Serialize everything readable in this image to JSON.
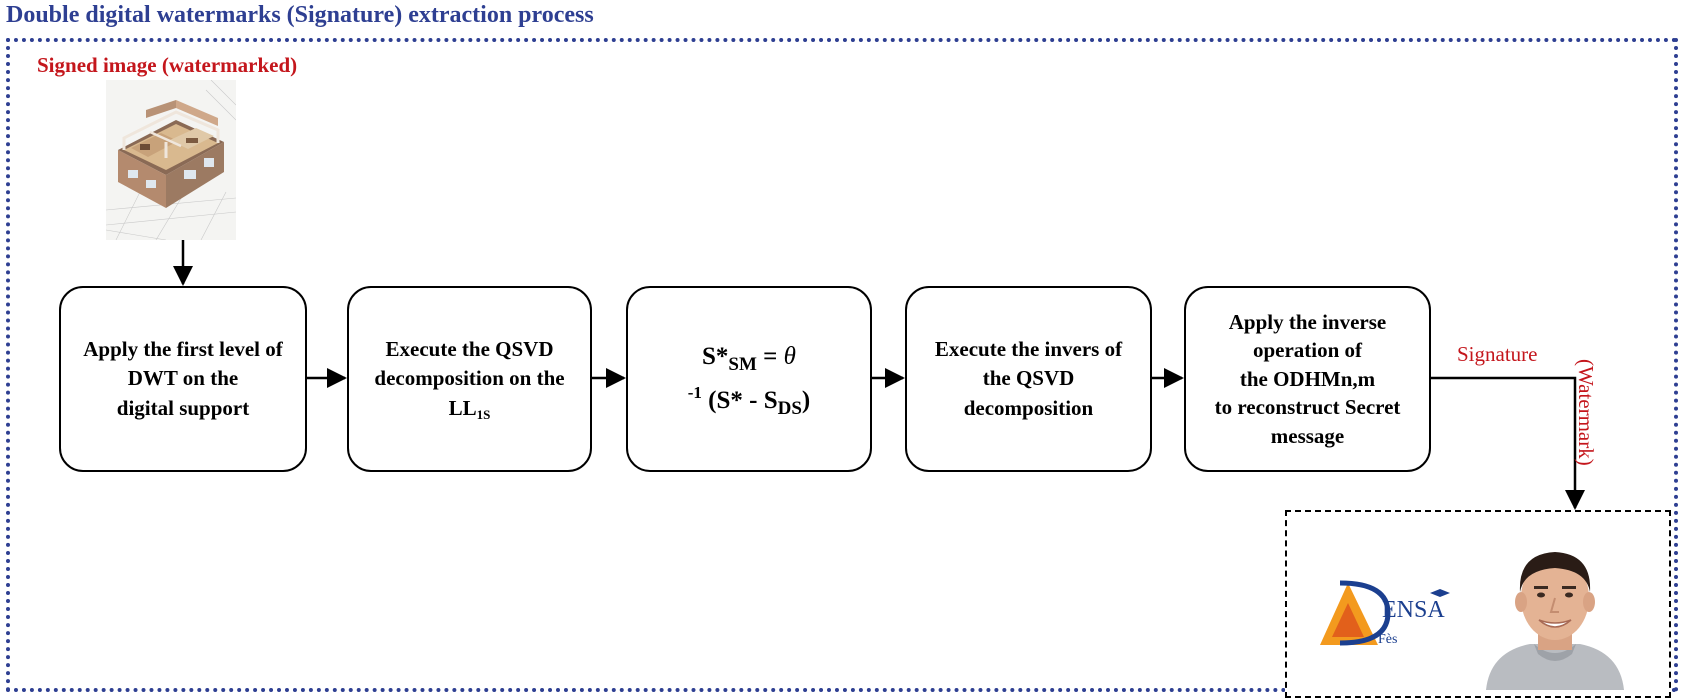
{
  "title": "Double digital watermarks (Signature) extraction process",
  "signed_image_label": "Signed image (watermarked)",
  "steps": [
    {
      "lines": [
        "Apply the first level of",
        "DWT on the",
        "digital support"
      ]
    },
    {
      "lines": [
        "Execute the QSVD",
        "decomposition on the"
      ],
      "ll": "LL",
      "ll_sub": "1S"
    },
    {
      "formula": {
        "s_star": "S*",
        "sm": "SM",
        "eq": "=",
        "theta": "θ",
        "inv": "-1",
        "paren_open": "(S* - S",
        "ds": "DS",
        "paren_close": ")"
      }
    },
    {
      "lines": [
        "Execute the invers of",
        "the QSVD",
        "decomposition"
      ]
    },
    {
      "lines": [
        "Apply the inverse",
        "operation of",
        "the ODHMn,m",
        "to reconstruct Secret",
        "message"
      ]
    }
  ],
  "signature_label": "Signature",
  "watermark_label": "(Watermark)",
  "logo": {
    "main": "ENSA",
    "sub": "Fès"
  },
  "colors": {
    "title": "#2e3f92",
    "frame_border": "#2e3f92",
    "accent_red": "#c4161c",
    "logo_blue": "#1b3f8f",
    "logo_orange": "#f39a1e"
  },
  "icons": [
    "house-image",
    "person-photo",
    "ensa-logo",
    "arrow-right-icon",
    "arrow-down-icon"
  ]
}
